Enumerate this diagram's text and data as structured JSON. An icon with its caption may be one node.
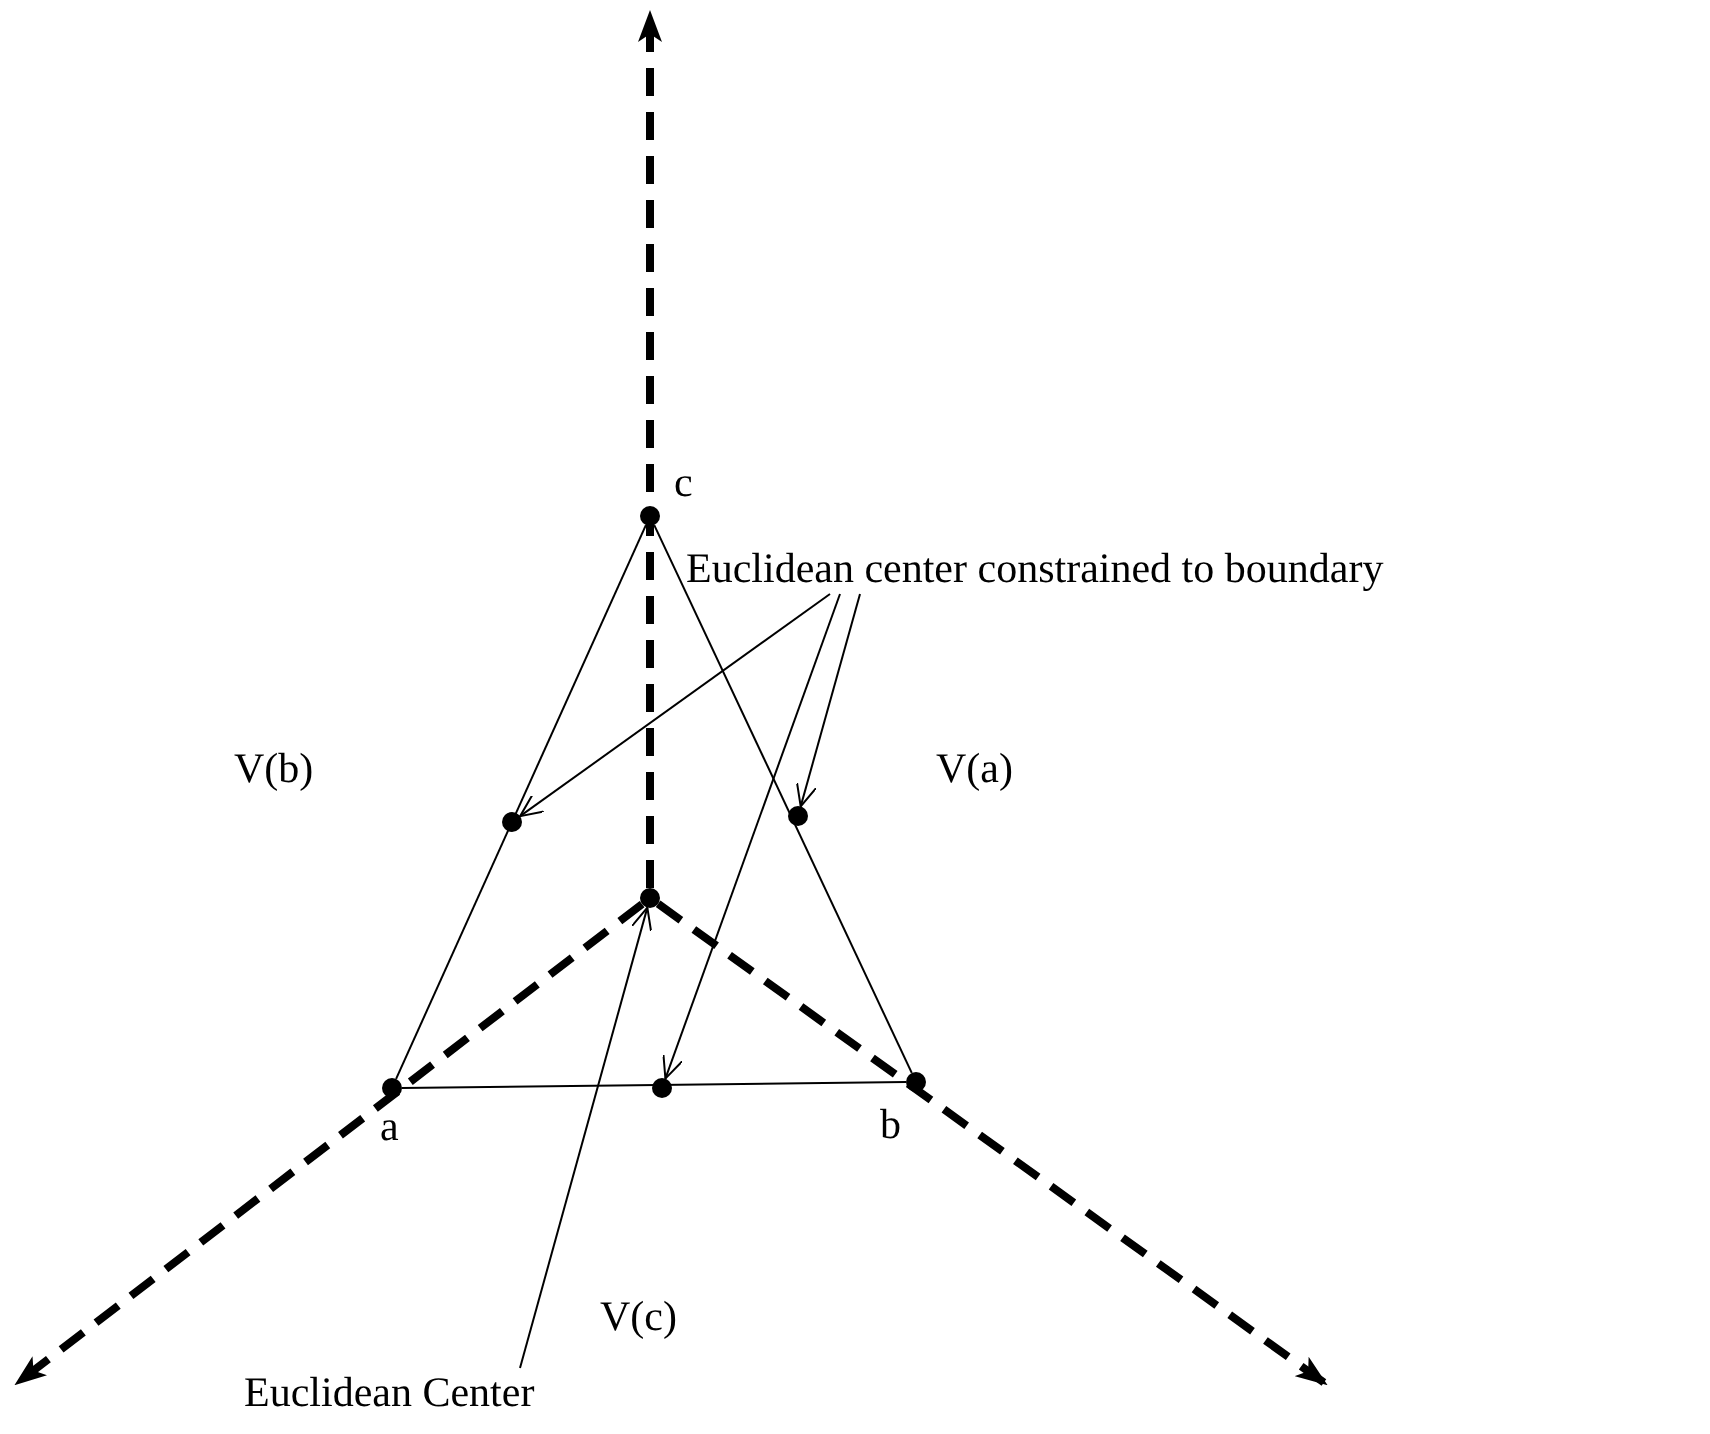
{
  "diagram": {
    "nodes": [
      {
        "text": [],
        "shape": "circle",
        "beside": [
          "c"
        ]
      },
      {
        "text": [
          "Euclidean center constrained to boundary"
        ]
      },
      {
        "text": [],
        "shape": "circle"
      },
      {
        "text": [],
        "shape": "circle"
      },
      {
        "text": [],
        "shape": "circle"
      },
      {
        "text": [],
        "shape": "circle",
        "beside": [
          "a"
        ]
      },
      {
        "text": [],
        "shape": "circle"
      },
      {
        "text": [],
        "shape": "circle",
        "beside": [
          "b"
        ]
      },
      {
        "text": [
          "Euclidean Center"
        ]
      }
    ],
    "edges": [
      {
        "from": 1,
        "to": 2,
        "arrow": "to"
      },
      {
        "from": 1,
        "to": 6,
        "arrow": "to"
      },
      {
        "from": 1,
        "to": 3,
        "arrow": "to"
      },
      {
        "from": 8,
        "to": 4,
        "arrow": "to"
      },
      {
        "from": 0,
        "to": 5,
        "arrow": "none"
      },
      {
        "from": 5,
        "to": 7,
        "arrow": "none"
      },
      {
        "from": 7,
        "to": 0,
        "arrow": "none"
      },
      {
        "from": 4,
        "to": null,
        "arrow": "to",
        "style": "dashed"
      },
      {
        "from": 4,
        "to": null,
        "arrow": "to",
        "style": "dashed"
      },
      {
        "from": 4,
        "to": null,
        "arrow": "to",
        "style": "dashed"
      }
    ],
    "labels": [
      "V(b)",
      "V(a)",
      "V(c)"
    ]
  }
}
